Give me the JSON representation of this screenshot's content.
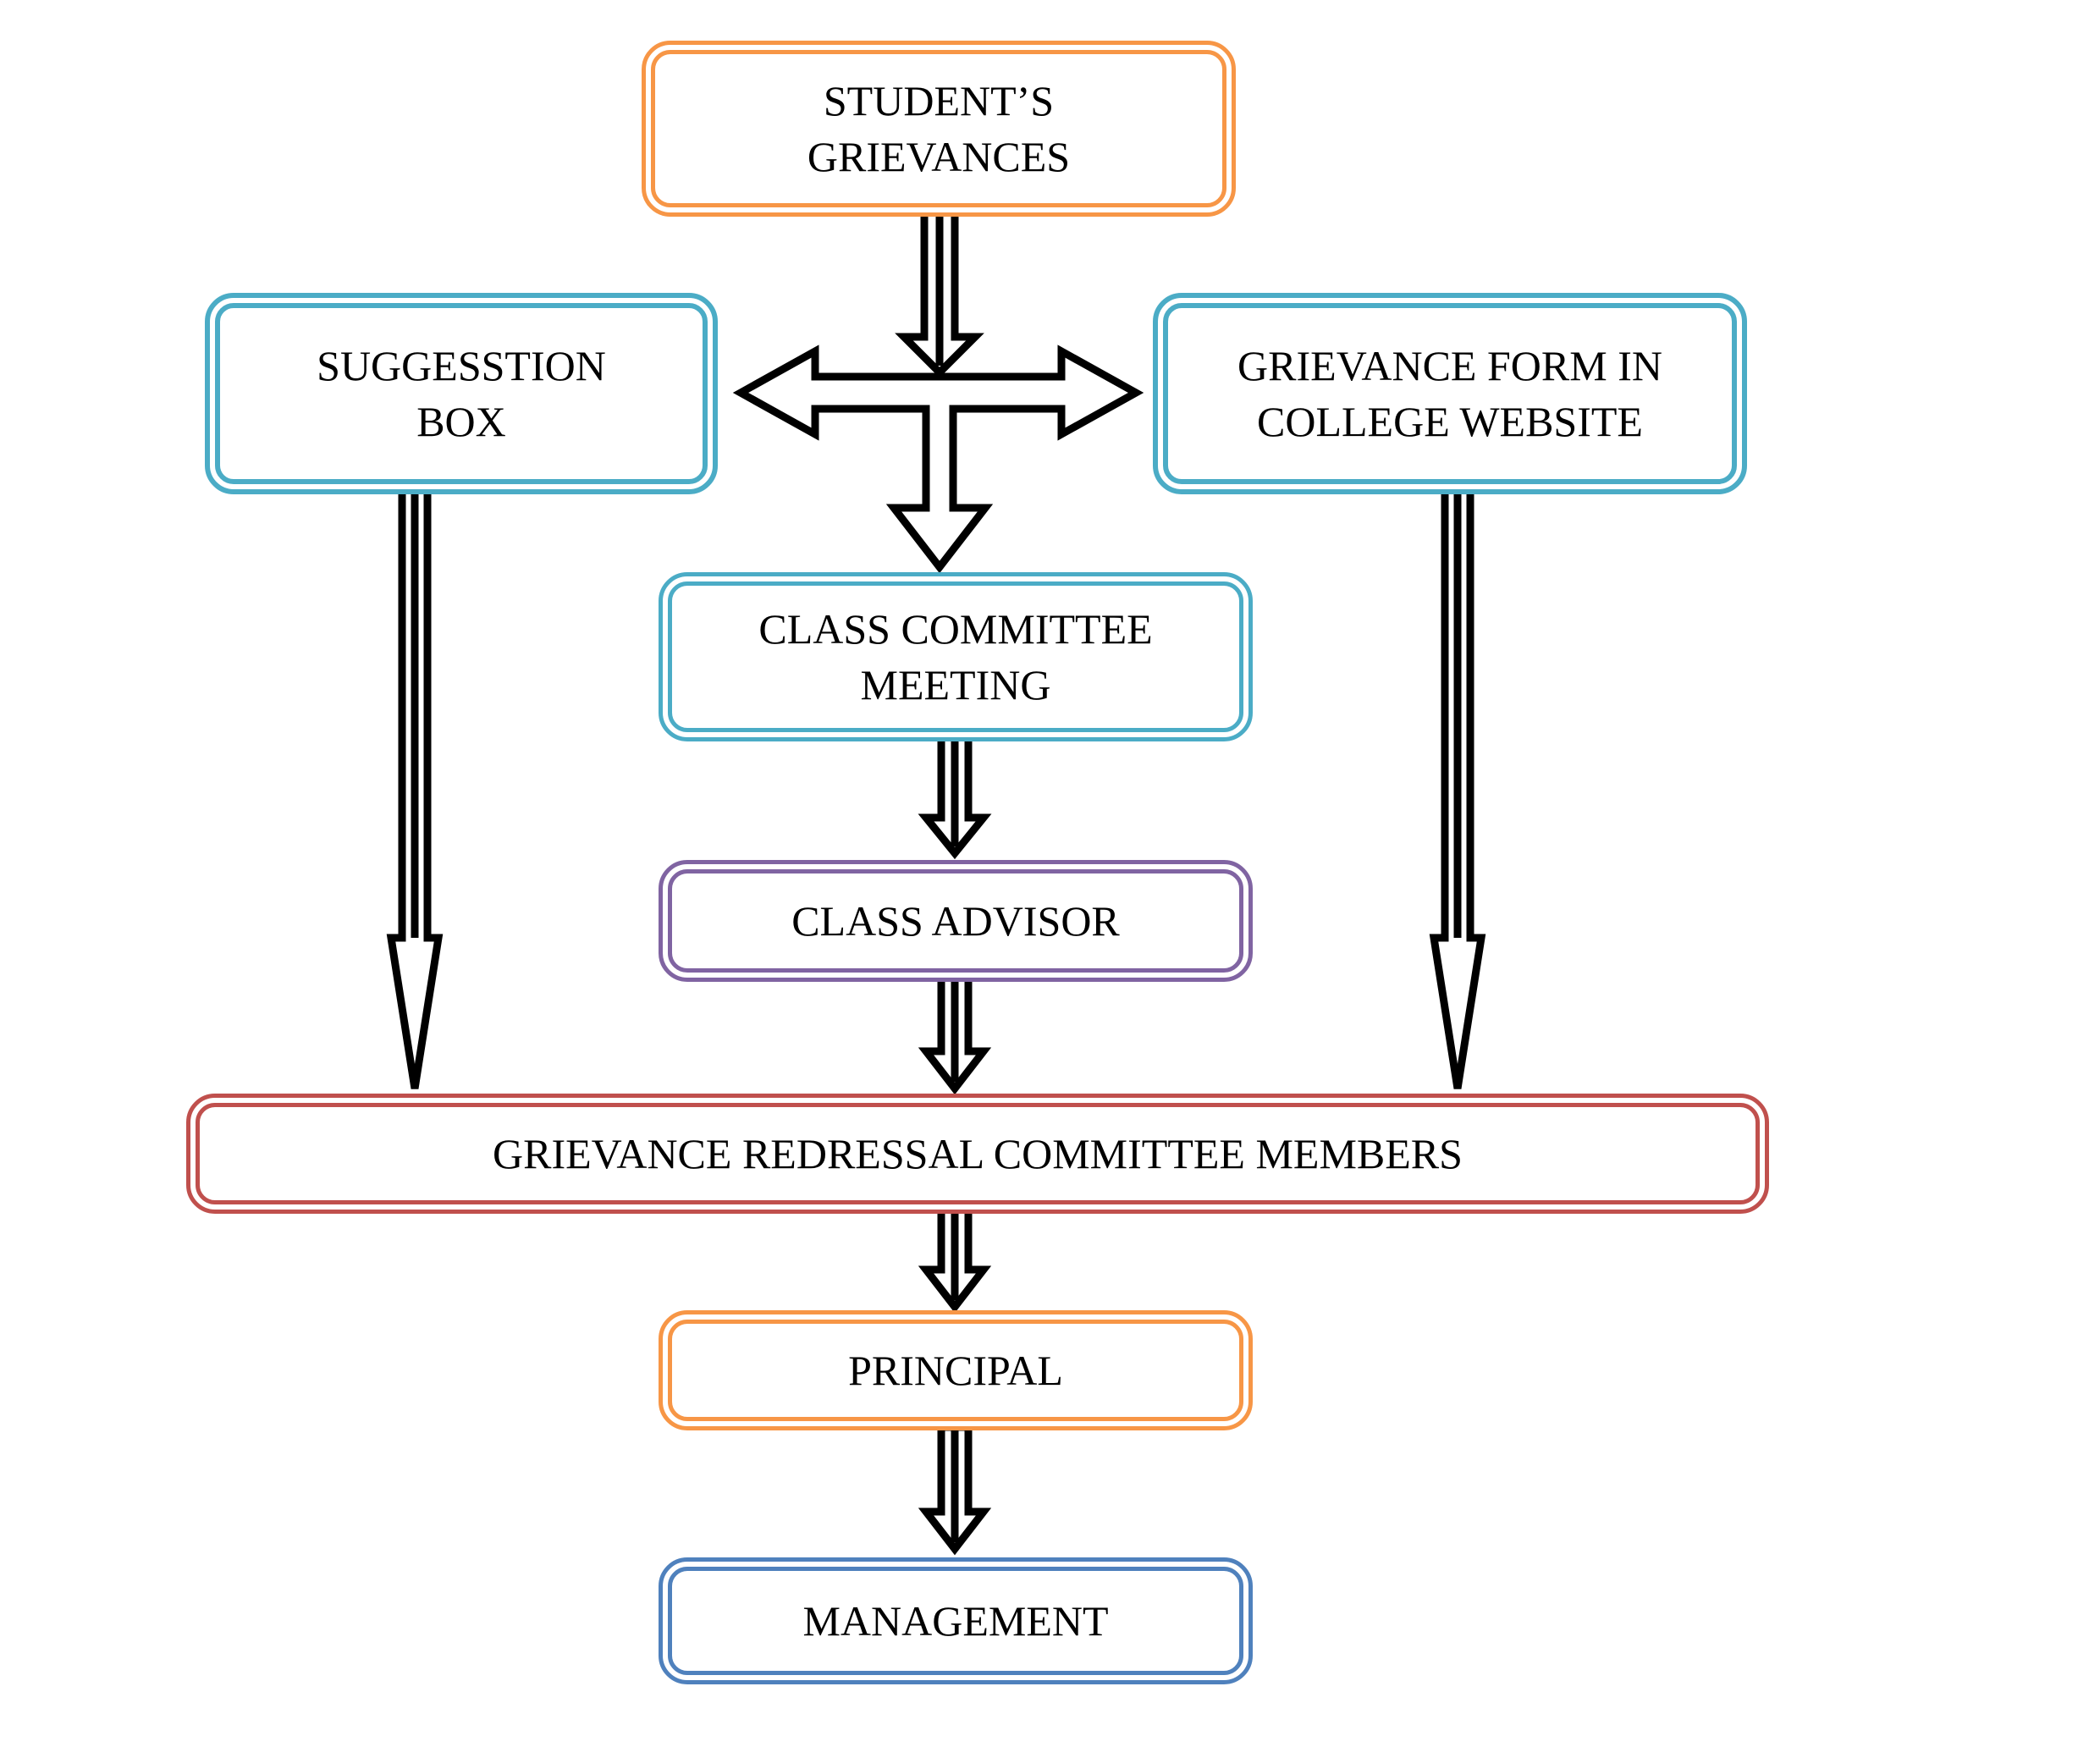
{
  "nodes": {
    "students": {
      "text": "STUDENT’S\nGRIEVANCES",
      "color": "#f79646"
    },
    "suggestion_box": {
      "text": "SUGGESSTION\nBOX",
      "color": "#4bacc6"
    },
    "web_form": {
      "text": "GRIEVANCE FORM IN\nCOLLEGE WEBSITE",
      "color": "#4bacc6"
    },
    "class_committee": {
      "text": "CLASS COMMITTEE\nMEETING",
      "color": "#4bacc6"
    },
    "class_advisor": {
      "text": "CLASS ADVISOR",
      "color": "#8064a2"
    },
    "committee_members": {
      "text": "GRIEVANCE REDRESSAL COMMITTEE MEMBERS",
      "color": "#c0504d"
    },
    "principal": {
      "text": "PRINCIPAL",
      "color": "#f79646"
    },
    "management": {
      "text": "MANAGEMENT",
      "color": "#4f81bd"
    }
  },
  "edges": [
    {
      "from": "students",
      "to": "junction"
    },
    {
      "from": "junction",
      "to": "suggestion_box"
    },
    {
      "from": "junction",
      "to": "web_form"
    },
    {
      "from": "junction",
      "to": "class_committee"
    },
    {
      "from": "suggestion_box",
      "to": "committee_members"
    },
    {
      "from": "web_form",
      "to": "committee_members"
    },
    {
      "from": "class_committee",
      "to": "class_advisor"
    },
    {
      "from": "class_advisor",
      "to": "committee_members"
    },
    {
      "from": "committee_members",
      "to": "principal"
    },
    {
      "from": "principal",
      "to": "management"
    }
  ]
}
